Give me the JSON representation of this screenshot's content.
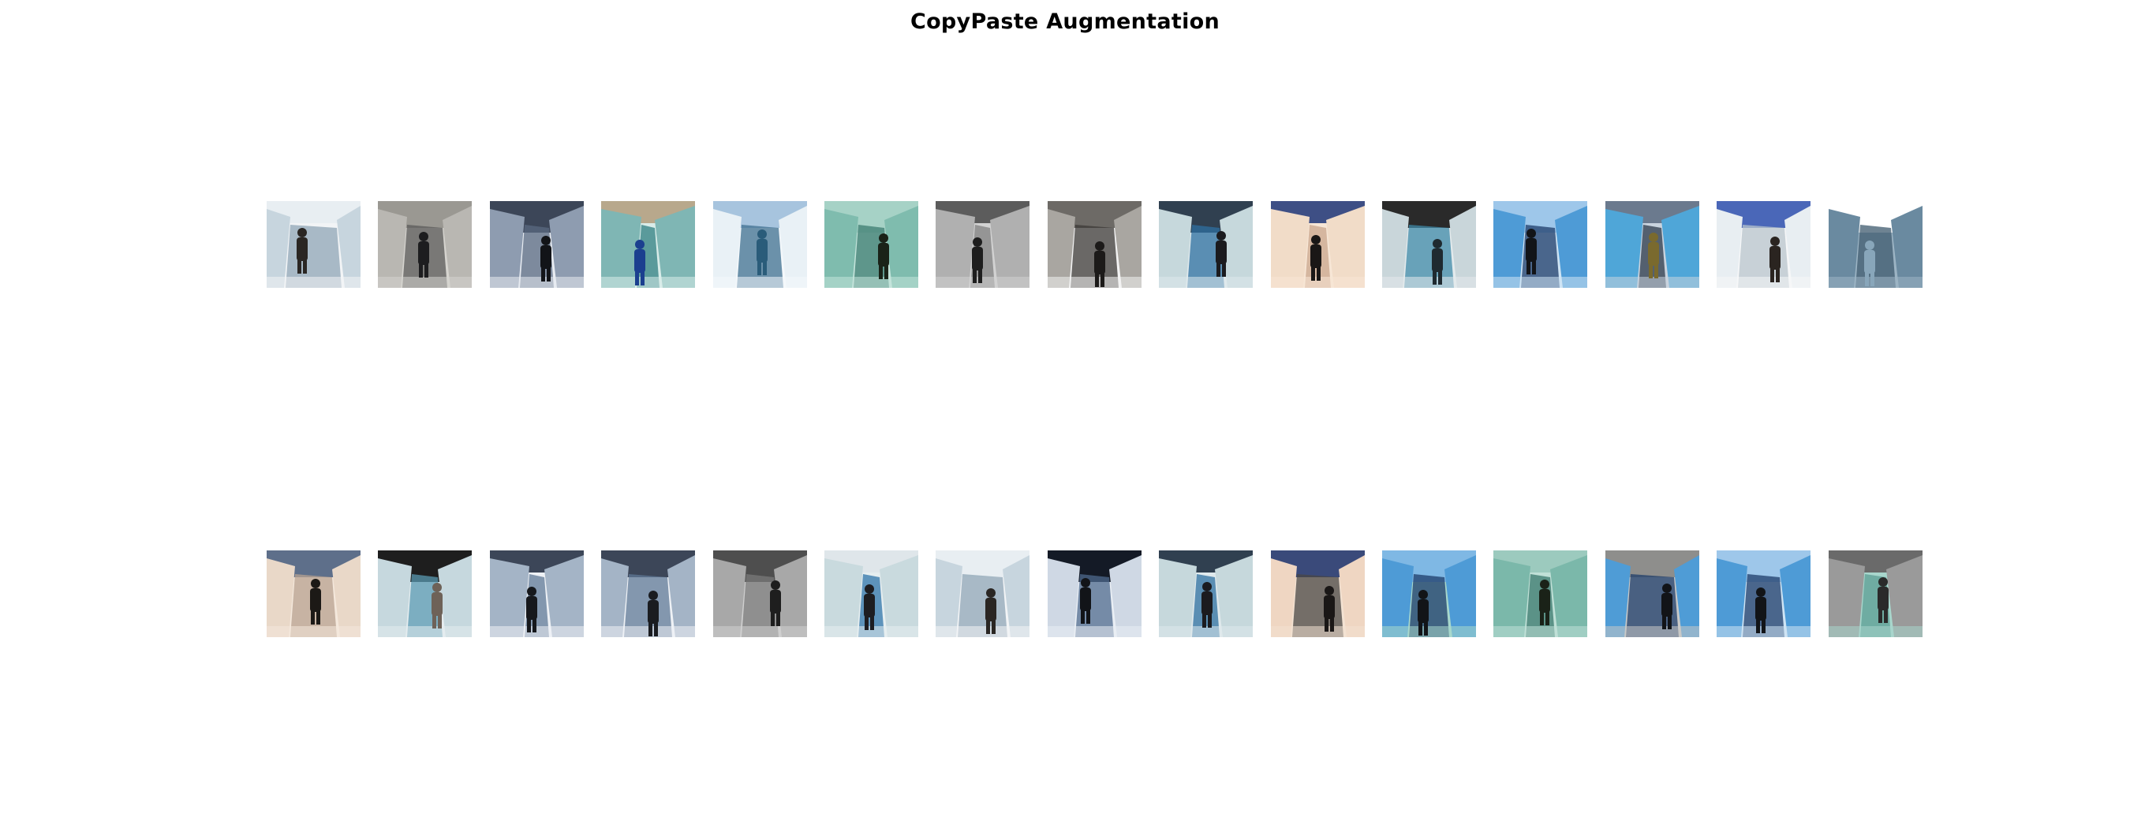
{
  "title": "CopyPaste Augmentation",
  "rows": [
    {
      "name": "original-row",
      "tiles": [
        {
          "scene": "person-in-crevasse",
          "sky": "#e8eef2",
          "ice": "#c7d5de",
          "deep": "#8fa6b6",
          "fg": "#2a2623",
          "snow": "#f2f4f6"
        },
        {
          "scene": "hikers-overhead",
          "sky": "#9a9892",
          "ice": "#b9b7b2",
          "deep": "#5a5a58",
          "fg": "#1d1d1f",
          "snow": "#d6d4cf"
        },
        {
          "scene": "silhouette-snowfield",
          "sky": "#3c4658",
          "ice": "#8e9cb0",
          "deep": "#5a6a80",
          "fg": "#121418",
          "snow": "#e7ebf1"
        },
        {
          "scene": "teal-ice-cave",
          "sky": "#b8a88c",
          "ice": "#7fb6b4",
          "deep": "#2f7f80",
          "fg": "#1b3f8f",
          "snow": "#d9ece9"
        },
        {
          "scene": "glacier-landscape",
          "sky": "#a7c4de",
          "ice": "#e9f1f6",
          "deep": "#3d6f8f",
          "fg": "#2a5c7a",
          "snow": "#f4f8fb"
        },
        {
          "scene": "green-ice-corridor",
          "sky": "#a6d2c6",
          "ice": "#7fbcae",
          "deep": "#3c7c70",
          "fg": "#1a2218",
          "snow": "#c3e3da"
        },
        {
          "scene": "grey-snow-slope",
          "sky": "#5c5c5c",
          "ice": "#b0b0b0",
          "deep": "#808080",
          "fg": "#1e1e1e",
          "snow": "#d2d2d2"
        },
        {
          "scene": "dark-ice-cave",
          "sky": "#6d6a66",
          "ice": "#a9a6a1",
          "deep": "#3c3937",
          "fg": "#1c1a19",
          "snow": "#f3f3f3"
        },
        {
          "scene": "group-on-glacier",
          "sky": "#304050",
          "ice": "#c6d8dc",
          "deep": "#2e6fa0",
          "fg": "#1b1b1f",
          "snow": "#dfe9ec"
        },
        {
          "scene": "climber-blue-sky",
          "sky": "#3e4f85",
          "ice": "#f1dcc8",
          "deep": "#c9a68c",
          "fg": "#1a1716",
          "snow": "#f7e6d6"
        },
        {
          "scene": "ice-fold",
          "sky": "#2a2a2a",
          "ice": "#c9d6da",
          "deep": "#3f8aa8",
          "fg": "#1f2a30",
          "snow": "#e3eaec"
        },
        {
          "scene": "blue-crevasse",
          "sky": "#9ec7ea",
          "ice": "#4e9bd6",
          "deep": "#1e3c6a",
          "fg": "#121418",
          "snow": "#cfe4f4"
        },
        {
          "scene": "rocky-ice-climber",
          "sky": "#6b7a8e",
          "ice": "#4fa6d8",
          "deep": "#2c3a4a",
          "fg": "#7a6a2e",
          "snow": "#c9d3de"
        },
        {
          "scene": "selfie-glacier",
          "sky": "#4a67b8",
          "ice": "#e8eef2",
          "deep": "#b8c4cc",
          "fg": "#2a2420",
          "snow": "#f6f7f8"
        },
        {
          "scene": "ice-wall",
          "sky": "#ffffff",
          "ice": "#6a8aa0",
          "deep": "#3e5a6e",
          "fg": "#88a6ba",
          "snow": "#9cb4c4"
        }
      ]
    },
    {
      "name": "augmented-row",
      "tiles": [
        {
          "scene": "climber-pasted",
          "sky": "#5e6f8a",
          "ice": "#e9d8c8",
          "deep": "#b8a290",
          "fg": "#1c1916",
          "snow": "#f4e8dc"
        },
        {
          "scene": "fold-with-person",
          "sky": "#1e1e1e",
          "ice": "#c6d8de",
          "deep": "#5a9ab2",
          "fg": "#6e6258",
          "snow": "#e4ecef"
        },
        {
          "scene": "silhouettes-pasted",
          "sky": "#3c4658",
          "ice": "#a4b4c6",
          "deep": "#5f7896",
          "fg": "#16181c",
          "snow": "#eef1f5"
        },
        {
          "scene": "silhouettes-pasted-2",
          "sky": "#3c4658",
          "ice": "#a4b4c6",
          "deep": "#5f7896",
          "fg": "#1a1c20",
          "snow": "#eef1f5"
        },
        {
          "scene": "grey-slope-pasted",
          "sky": "#4e4e4e",
          "ice": "#a8a8a8",
          "deep": "#7a7a7a",
          "fg": "#1e1e1e",
          "snow": "#cfcfcf"
        },
        {
          "scene": "group-blue-paste",
          "sky": "#dfe6ea",
          "ice": "#c9dade",
          "deep": "#2f74aa",
          "fg": "#1d1d21",
          "snow": "#e6eef0"
        },
        {
          "scene": "person-crevasse-2",
          "sky": "#e8eef2",
          "ice": "#c7d5de",
          "deep": "#8fa6b6",
          "fg": "#2a2623",
          "snow": "#f2f4f6"
        },
        {
          "scene": "night-glacier",
          "sky": "#141a26",
          "ice": "#cfd8e4",
          "deep": "#4e6a8e",
          "fg": "#121418",
          "snow": "#e9eef4"
        },
        {
          "scene": "group-on-glacier-2",
          "sky": "#304050",
          "ice": "#c6d8dc",
          "deep": "#2e6fa0",
          "fg": "#1b1b1f",
          "snow": "#dfe9ec"
        },
        {
          "scene": "cave-climber-paste",
          "sky": "#3a4a7a",
          "ice": "#efd6c2",
          "deep": "#4a4744",
          "fg": "#1a1716",
          "snow": "#f3e2d2"
        },
        {
          "scene": "blue-teal-split",
          "sky": "#7fb8e4",
          "ice": "#4e9bd6",
          "deep": "#1e3c6a",
          "fg": "#121418",
          "snow": "#a8d8cc"
        },
        {
          "scene": "green-corridor-2",
          "sky": "#9ccabe",
          "ice": "#7bb8aa",
          "deep": "#3a786c",
          "fg": "#1a2218",
          "snow": "#c0e0d7"
        },
        {
          "scene": "blue-crevasse-grey-top",
          "sky": "#8e8e8c",
          "ice": "#4f9cd6",
          "deep": "#1e3c6a",
          "fg": "#121418",
          "snow": "#c9c9c7"
        },
        {
          "scene": "blue-crevasse-2",
          "sky": "#9ec7ea",
          "ice": "#4e9bd6",
          "deep": "#1e3c6a",
          "fg": "#121418",
          "snow": "#cfe4f4"
        },
        {
          "scene": "grey-teal-split",
          "sky": "#6a6a6a",
          "ice": "#9a9a9a",
          "deep": "#5c9e94",
          "fg": "#2a2a2a",
          "snow": "#a8d6cc"
        }
      ]
    }
  ]
}
